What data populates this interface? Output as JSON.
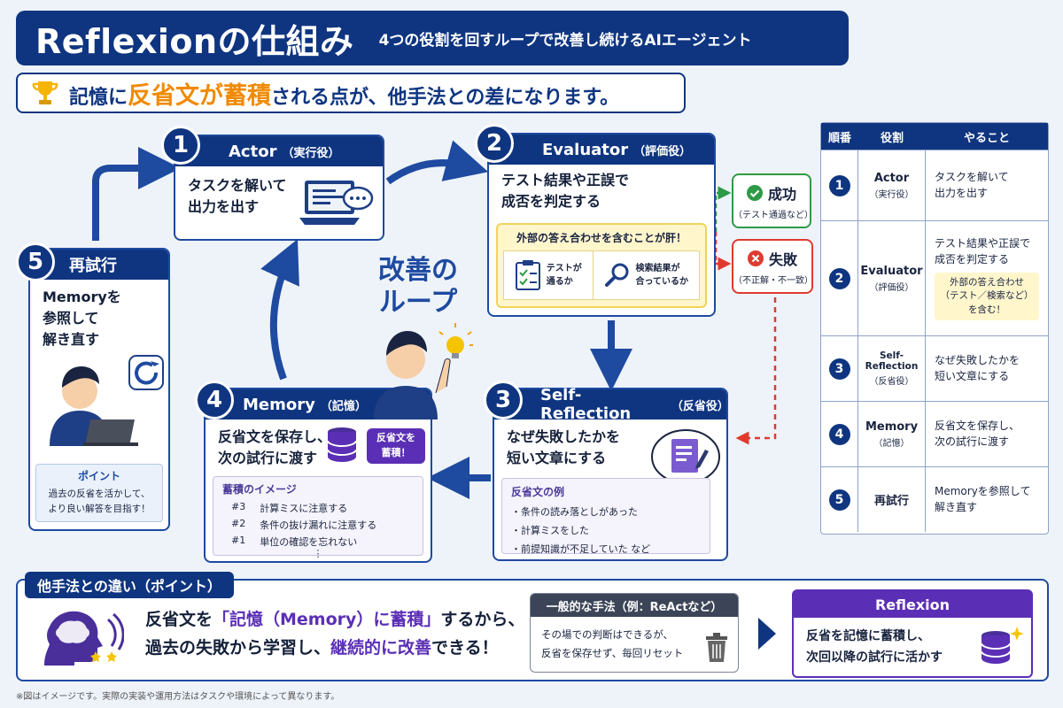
{
  "header": {
    "title": "Reflexionの仕組み",
    "subtitle": "4つの役割を回すループで改善し続けるAIエージェント"
  },
  "highlight": {
    "part1": "記憶に",
    "part2": "反省文が蓄積",
    "part3": "される点が、他手法との差になります。",
    "icon": "trophy-icon"
  },
  "actor": {
    "num": "1",
    "title": "Actor",
    "paren": "（実行役）",
    "line1": "タスクを解いて",
    "line2": "出力を出す"
  },
  "evaluator": {
    "num": "2",
    "title": "Evaluator",
    "paren": "（評価役）",
    "line1": "テスト結果や正誤で",
    "line2": "成否を判定する",
    "note": "外部の答え合わせを含むことが肝！",
    "item1a": "テストが",
    "item1b": "通るか",
    "item2a": "検索結果が",
    "item2b": "合っているか"
  },
  "success": {
    "title": "成功",
    "sub": "（テスト通過など）",
    "color": "#2e9a47"
  },
  "failure": {
    "title": "失敗",
    "sub": "（不正解・不一致）",
    "color": "#e03a2e"
  },
  "selfreflection": {
    "num": "3",
    "title": "Self-Reflection",
    "paren": "（反省役）",
    "line1": "なぜ失敗したかを",
    "line2": "短い文章にする",
    "list_title": "反省文の例",
    "items": [
      "・条件の読み落としがあった",
      "・計算ミスをした",
      "・前提知識が不足していた など"
    ]
  },
  "memory": {
    "num": "4",
    "title": "Memory",
    "paren": "（記憶）",
    "line1": "反省文を保存し、",
    "line2": "次の試行に渡す",
    "bubble1": "反省文を",
    "bubble2": "蓄積！",
    "list_title": "蓄積のイメージ",
    "rows": [
      {
        "n": "#3",
        "t": "計算ミスに注意する"
      },
      {
        "n": "#2",
        "t": "条件の抜け漏れに注意する"
      },
      {
        "n": "#1",
        "t": "単位の確認を忘れない"
      }
    ],
    "more": "⋮"
  },
  "retry": {
    "num": "5",
    "title": "再試行",
    "line1": "Memoryを",
    "line2": "参照して",
    "line3": "解き直す",
    "point_title": "ポイント",
    "point1": "過去の反省を活かして、",
    "point2": "より良い解答を目指す！"
  },
  "loop": {
    "line1": "改善の",
    "line2": "ループ"
  },
  "table": {
    "headers": [
      "順番",
      "役割",
      "やること"
    ],
    "rows": [
      {
        "n": "1",
        "role": "Actor",
        "role_sub": "（実行役）",
        "l1": "タスクを解いて",
        "l2": "出力を出す",
        "note": ""
      },
      {
        "n": "2",
        "role": "Evaluator",
        "role_sub": "（評価役）",
        "l1": "テスト結果や正誤で",
        "l2": "成否を判定する",
        "note1": "外部の答え合わせ",
        "note2": "（テスト／検索など）",
        "note3": "を含む！"
      },
      {
        "n": "3",
        "role": "Self-Reflection",
        "role_sub": "（反省役）",
        "l1": "なぜ失敗したかを",
        "l2": "短い文章にする"
      },
      {
        "n": "4",
        "role": "Memory",
        "role_sub": "（記憶）",
        "l1": "反省文を保存し、",
        "l2": "次の試行に渡す"
      },
      {
        "n": "5",
        "role": "再試行",
        "role_sub": "",
        "l1": "Memoryを参照して",
        "l2": "解き直す"
      }
    ]
  },
  "bottom": {
    "tag": "他手法との違い（ポイント）",
    "m1a": "反省文を",
    "m1b": "「記憶（Memory）に蓄積」",
    "m1c": "するから、",
    "m2a": "過去の失敗から学習し、",
    "m2b": "継続的に改善",
    "m2c": "できる！",
    "general_head": "一般的な手法（例：ReActなど）",
    "general1": "その場での判断はできるが、",
    "general2": "反省を保存せず、毎回リセット",
    "reflexion_head": "Reflexion",
    "reflexion1": "反省を記憶に蓄積し、",
    "reflexion2": "次回以降の試行に活かす"
  },
  "footnote": "※図はイメージです。実際の実装や運用方法はタスクや環境によって異なります。",
  "colors": {
    "navy": "#0f3580",
    "orange": "#f08a00",
    "purple": "#5b2fb5",
    "green": "#2e9a47",
    "red": "#e03a2e"
  }
}
